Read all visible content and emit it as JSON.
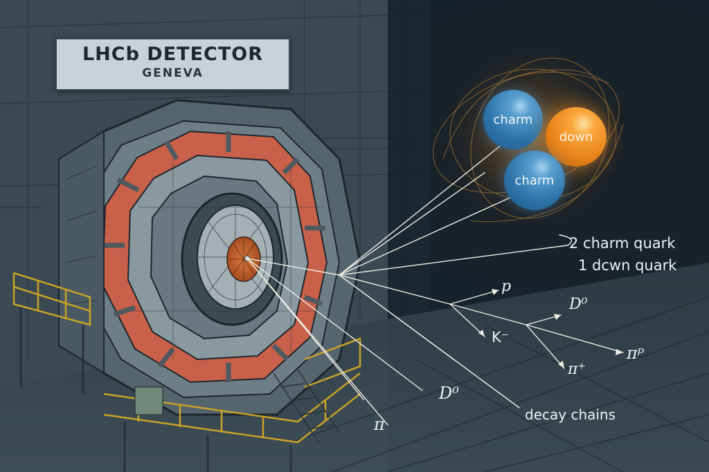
{
  "sign": {
    "title": "LHCb DETECTOR",
    "subtitle": "GENEVA"
  },
  "quarks": [
    {
      "name": "charm",
      "color": "#3a86bf"
    },
    {
      "name": "down",
      "color": "#f0901f"
    },
    {
      "name": "charm",
      "color": "#3a86bf"
    }
  ],
  "composition": {
    "line1": "2 charm quark",
    "line2": "1 dcwn quark"
  },
  "particles": {
    "p": "p",
    "d0_right": "D⁰",
    "k_minus": "K⁻",
    "pi_plus": "π⁺",
    "pi_p": "πᵖ",
    "d0_lower": "D⁰",
    "pi": "π"
  },
  "annotation": {
    "decay_chains": "decay chains"
  },
  "colors": {
    "detector_red": "#c8604a",
    "detector_grey": "#7d8c94",
    "railing_yellow": "#c9a227",
    "track_white": "#f0efe6",
    "glow_orange": "#e8913a"
  }
}
